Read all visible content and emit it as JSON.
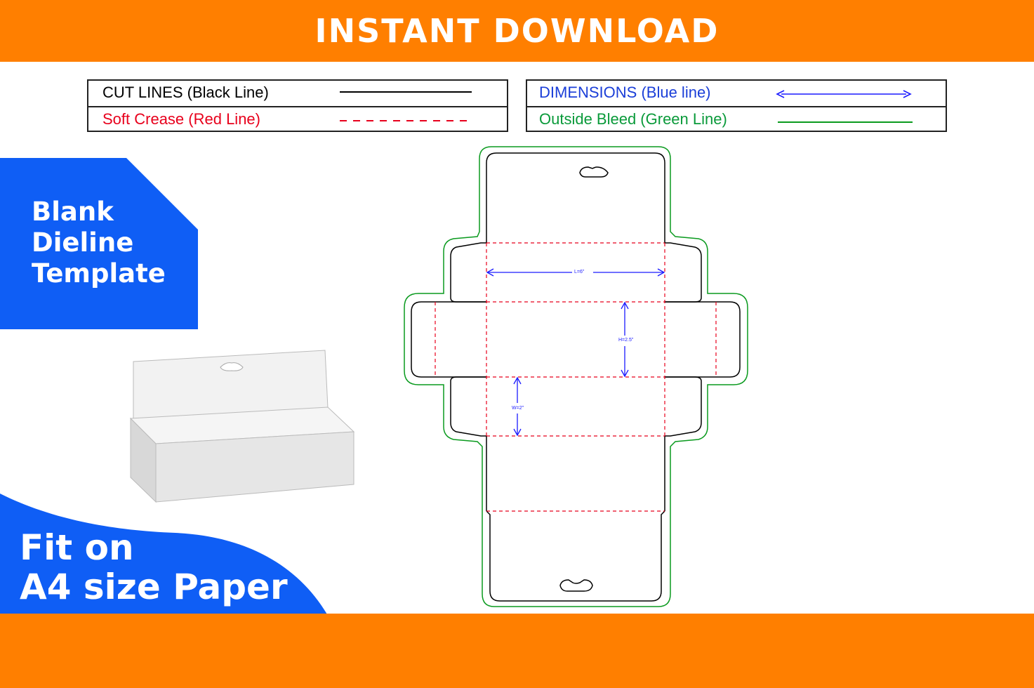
{
  "banner": {
    "title": "INSTANT DOWNLOAD"
  },
  "legend": {
    "cut_lines": "CUT LINES (Black Line)",
    "soft_crease": "Soft Crease (Red Line)",
    "dimensions": "DIMENSIONS (Blue line)",
    "outside_bleed": "Outside Bleed (Green Line)"
  },
  "side_panel": {
    "lines": [
      "Blank",
      "Dieline",
      "Template"
    ]
  },
  "fit_badge": {
    "lines": [
      "Fit on",
      "A4 size Paper"
    ]
  },
  "dieline": {
    "length_label": "L=6\"",
    "height_label": "H=2.5\"",
    "width_label": "W=2\""
  },
  "colors": {
    "banner": "#FF7F00",
    "accent_blue": "#0F5EF5",
    "cut_line": "#000000",
    "crease_line": "#E8001C",
    "dimension_line": "#1A1AFF",
    "bleed_line": "#0A9A1E",
    "soft_crease_text": "#E8001C",
    "dimensions_text": "#1A3ED8",
    "bleed_text": "#0A9A3A"
  },
  "icons": [
    "box-mockup-icon",
    "hang-tab-hole-icon"
  ]
}
